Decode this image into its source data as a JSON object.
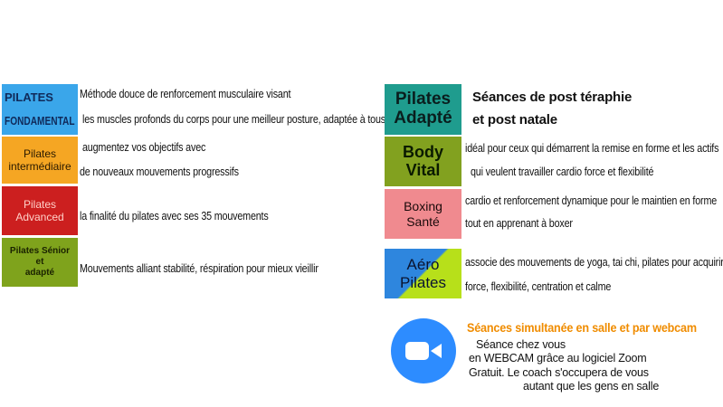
{
  "left": [
    {
      "label_lines": [
        "PILATES",
        "FONDAMENTAL"
      ],
      "color": "#3aa6ea",
      "desc_lines": [
        "Méthode douce de renforcement musculaire visant",
        "les muscles profonds du corps pour une meilleur posture, adaptée à tous"
      ]
    },
    {
      "label_lines": [
        "Pilates",
        "intermédiaire"
      ],
      "color": "#f5a623",
      "desc_lines": [
        "augmentez vos objectifs avec",
        "de nouveaux mouvements progressifs"
      ]
    },
    {
      "label_lines": [
        "Pilates",
        "Advanced"
      ],
      "color": "#cc1f1f",
      "desc_lines": [
        "la finalité du pilates avec ses 35 mouvements"
      ]
    },
    {
      "label_lines": [
        "Pilates Sénior",
        "et",
        "adapté"
      ],
      "color": "#7fa31c",
      "desc_lines": [
        "Mouvements alliant stabilité, réspiration pour mieux vieillir"
      ]
    }
  ],
  "right": [
    {
      "label_lines": [
        "Pilates",
        "Adapté"
      ],
      "color": "#1f9c8e",
      "desc_lines": [
        "Séances de post téraphie",
        "et post natale"
      ]
    },
    {
      "label_lines": [
        "Body",
        "Vital"
      ],
      "color": "#82a11f",
      "desc_lines": [
        "idéal pour ceux qui démarrent la remise en forme et les actifs",
        "qui veulent travailler cardio force et flexibilité"
      ]
    },
    {
      "label_lines": [
        "Boxing",
        "Santé"
      ],
      "color": "#f08a8f",
      "desc_lines": [
        "cardio et renforcement dynamique pour le maintien en forme",
        "tout en apprenant à boxer"
      ]
    },
    {
      "label_lines": [
        "Aéro",
        "Pilates"
      ],
      "color_a": "#2e86de",
      "color_b": "#b7e01a",
      "desc_lines": [
        "associe des mouvements de yoga, tai chi, pilates pour acquirir",
        "force, flexibilité, centration et calme"
      ]
    }
  ],
  "webcam": {
    "title": "Séances simultanée en salle et par webcam",
    "title_color": "#f08c00",
    "lines": [
      "Séance  chez vous",
      "en WEBCAM grâce au logiciel Zoom",
      "Gratuit. Le coach s'occupera de vous",
      "autant que les gens en salle"
    ],
    "icon": "zoom-camera-icon",
    "icon_color": "#2d8cff"
  }
}
